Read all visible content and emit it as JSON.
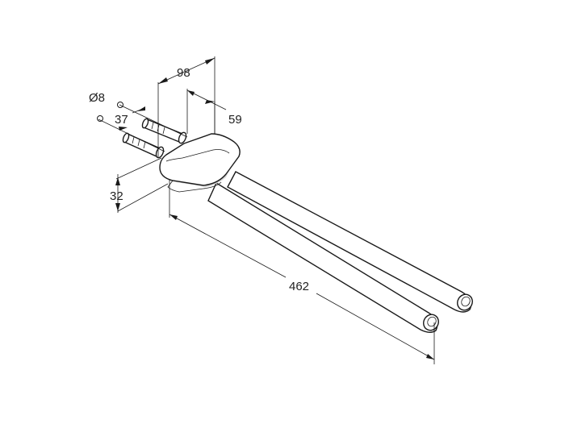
{
  "dimensions": {
    "overall_length": "462",
    "bracket_width": "98",
    "bracket_depth": "59",
    "screw_diameter": "Ø8",
    "screw_length": "37",
    "bracket_height": "32"
  },
  "colors": {
    "line": "#1a1a1a",
    "shade": "#d8d8d8",
    "background": "#ffffff"
  }
}
